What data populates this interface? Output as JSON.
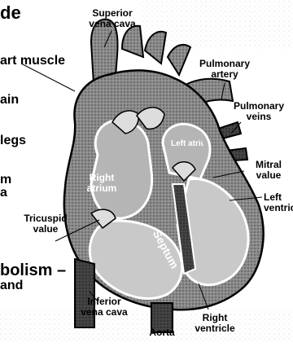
{
  "left_text": {
    "title_fragment": "de",
    "line_heart_muscle": "art muscle",
    "line_ain": "ain",
    "line_legs": "legs",
    "line_m": "m",
    "line_a": "a",
    "line_metabolism": "bolism –",
    "line_and": "and"
  },
  "labels": {
    "superior_vena_cava": [
      "Superior",
      "vena cava"
    ],
    "pulmonary_artery": [
      "Pulmonary",
      "artery"
    ],
    "pulmonary_veins": [
      "Pulmonary",
      "veins"
    ],
    "mitral_value": [
      "Mitral",
      "value"
    ],
    "left_ventricle": [
      "Left",
      "ventricle"
    ],
    "right_atrium": [
      "Right",
      "atrium"
    ],
    "left_atrium": "Left atrium",
    "tricuspid_value": [
      "Tricuspid",
      "value"
    ],
    "septum": "Septum",
    "inferior_vena_cava": [
      "Inferior",
      "vena cava"
    ],
    "aorta": "Aorta",
    "right_ventricle": [
      "Right",
      "ventricle"
    ]
  },
  "colors": {
    "ink": "#000000",
    "paper": "#ffffff",
    "tissue": "#7c7c7c",
    "tissue_dark": "#3a3a3a",
    "chamber": "#c9c9c9"
  }
}
